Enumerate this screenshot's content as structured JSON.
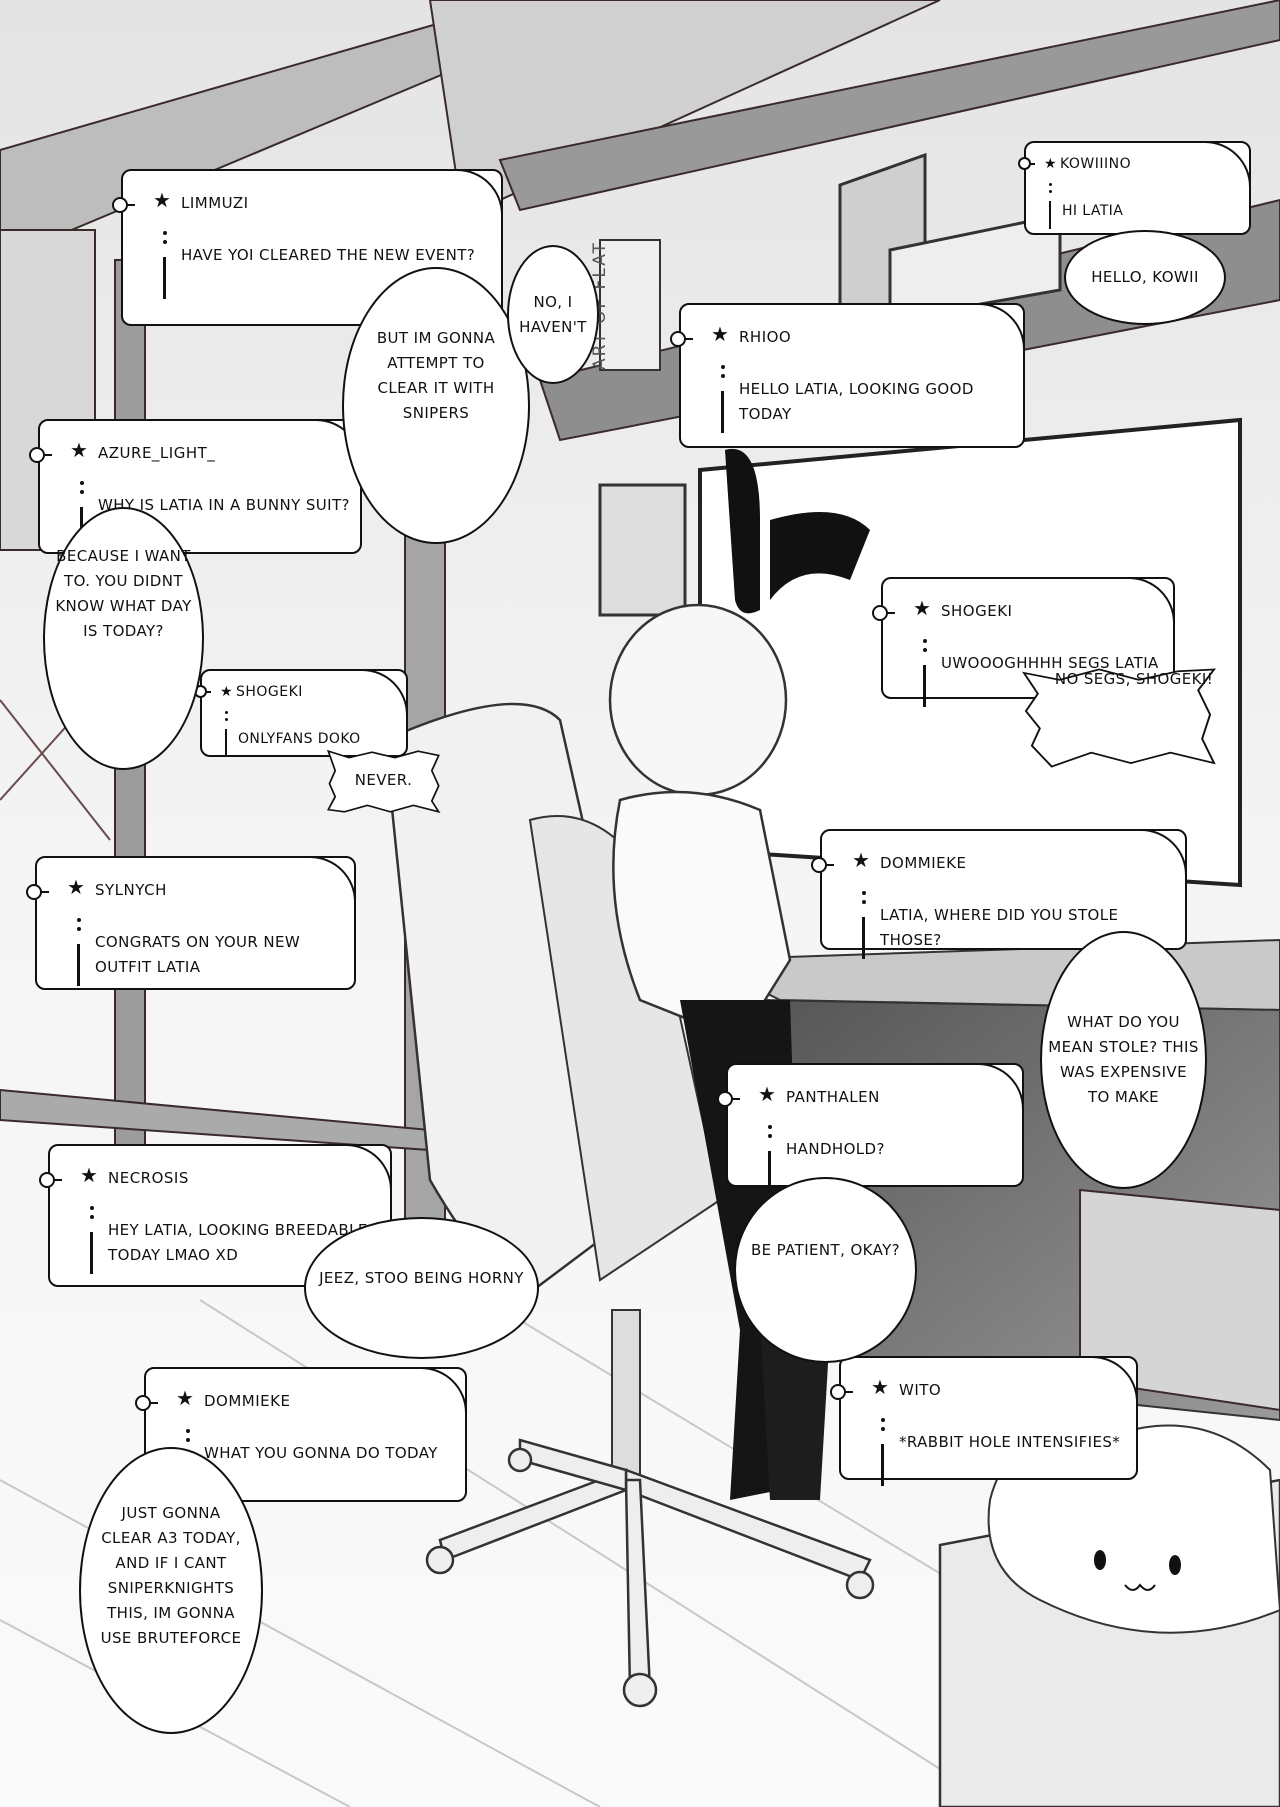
{
  "watermark": "ART OF FLAT",
  "chat_messages": [
    {
      "username": "Limmuzi",
      "message": "Have yoi cleared the new event?"
    },
    {
      "username": "Kowiiino",
      "message": "Hi Latia"
    },
    {
      "username": "Rhioo",
      "message": "Hello Latia, looking good today"
    },
    {
      "username": "Azure_light_",
      "message": "Why is Latia in a bunny suit?"
    },
    {
      "username": "Shogeki",
      "message": "Onlyfans doko"
    },
    {
      "username": "Shogeki",
      "message": "Uwoooghhhh segs Latia"
    },
    {
      "username": "Sylnych",
      "message": "Congrats on your new\noutfit Latia"
    },
    {
      "username": "Dommieke",
      "message": "Latia, where did you stole those?"
    },
    {
      "username": "Panthalen",
      "message": "Handhold?"
    },
    {
      "username": "Necrosis",
      "message": "Hey Latia, looking breedable\ntoday lmao xD"
    },
    {
      "username": "Dommieke",
      "message": "What you gonna do today"
    },
    {
      "username": "Wito",
      "message": "*Rabbit hole intensifies*"
    }
  ],
  "replies": [
    "No, I\nhaven't",
    "But im gonna\nattempt to\nclear it with\nsnipers",
    "Hello, Kowii",
    "Because I want\nto. You didnt\nknow what day\nis today?",
    "Never.",
    "No segs, Shogeki!",
    "What do you\nmean stole? This\nwas expensive\nto make",
    "Jeez, stoo being horny",
    "Be patient, okay?",
    "Just gonna\nclear A3 today,\nand if I cant\nsniperknights\nthis, im gonna\nuse bruteforce"
  ]
}
